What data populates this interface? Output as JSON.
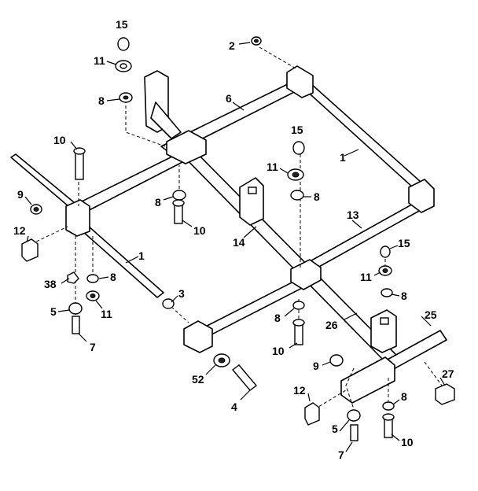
{
  "callouts": [
    {
      "id": "c-15-top",
      "text": "15"
    },
    {
      "id": "c-2",
      "text": "2"
    },
    {
      "id": "c-11-top",
      "text": "11"
    },
    {
      "id": "c-8-top",
      "text": "8"
    },
    {
      "id": "c-6",
      "text": "6"
    },
    {
      "id": "c-10-top",
      "text": "10"
    },
    {
      "id": "c-15-mid",
      "text": "15"
    },
    {
      "id": "c-1-right",
      "text": "1"
    },
    {
      "id": "c-11-mid",
      "text": "11"
    },
    {
      "id": "c-8-mid",
      "text": "8"
    },
    {
      "id": "c-9-left",
      "text": "9"
    },
    {
      "id": "c-8-center",
      "text": "8"
    },
    {
      "id": "c-10-center",
      "text": "10"
    },
    {
      "id": "c-13",
      "text": "13"
    },
    {
      "id": "c-12-left",
      "text": "12"
    },
    {
      "id": "c-14",
      "text": "14"
    },
    {
      "id": "c-1-left",
      "text": "1"
    },
    {
      "id": "c-15-right",
      "text": "15"
    },
    {
      "id": "c-38",
      "text": "38"
    },
    {
      "id": "c-8-left",
      "text": "8"
    },
    {
      "id": "c-11-right",
      "text": "11"
    },
    {
      "id": "c-3",
      "text": "3"
    },
    {
      "id": "c-8-right",
      "text": "8"
    },
    {
      "id": "c-5-left",
      "text": "5"
    },
    {
      "id": "c-11-left",
      "text": "11"
    },
    {
      "id": "c-25",
      "text": "25"
    },
    {
      "id": "c-8-lower",
      "text": "8"
    },
    {
      "id": "c-26",
      "text": "26"
    },
    {
      "id": "c-7-left",
      "text": "7"
    },
    {
      "id": "c-10-lower",
      "text": "10"
    },
    {
      "id": "c-9-right",
      "text": "9"
    },
    {
      "id": "c-52",
      "text": "52"
    },
    {
      "id": "c-27",
      "text": "27"
    },
    {
      "id": "c-12-right",
      "text": "12"
    },
    {
      "id": "c-8-bottom",
      "text": "8"
    },
    {
      "id": "c-4",
      "text": "4"
    },
    {
      "id": "c-5-right",
      "text": "5"
    },
    {
      "id": "c-10-bottom",
      "text": "10"
    },
    {
      "id": "c-7-right",
      "text": "7"
    }
  ]
}
